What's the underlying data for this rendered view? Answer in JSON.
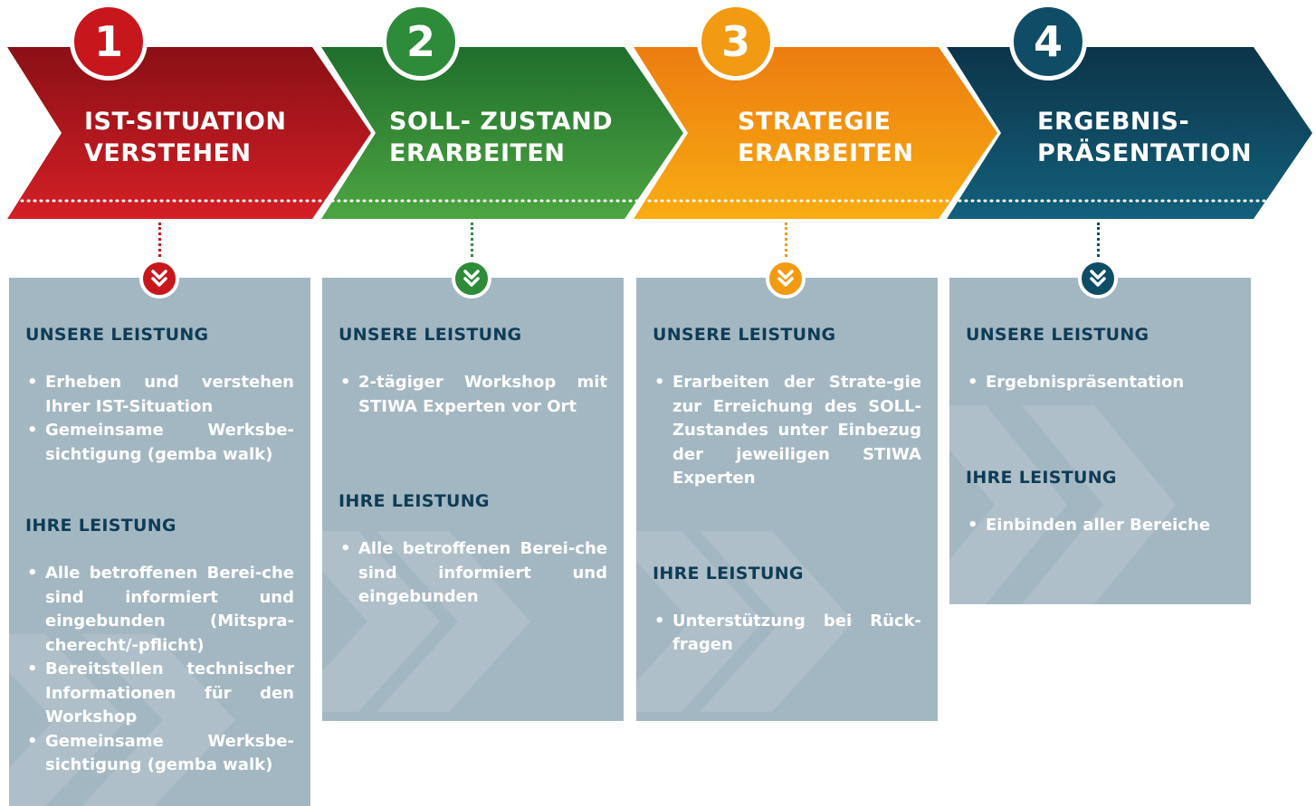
{
  "colors": {
    "step1": "#c8161d",
    "step2": "#2e8b3a",
    "step3": "#f29a12",
    "step4": "#0f4d66",
    "panel_bg": "#a3b7c3",
    "heading": "#0f3c55"
  },
  "steps": [
    {
      "number": "1",
      "title": "IST-SITUATION\nVERSTEHEN",
      "our_heading": "UNSERE LEISTUNG",
      "our_items": [
        "Erheben und verstehen Ihrer IST-Situation",
        "Gemeinsame Werksbe-sichtigung (gemba walk)"
      ],
      "your_heading": "IHRE LEISTUNG",
      "your_items": [
        "Alle betroffenen Berei-che sind informiert und eingebunden (Mitspra-cherecht/-pflicht)",
        "Bereitstellen technischer Informationen für den Workshop",
        "Gemeinsame Werksbe-sichtigung (gemba walk)"
      ],
      "icon": "double-chevron-down-icon"
    },
    {
      "number": "2",
      "title": "SOLL- ZUSTAND\nERARBEITEN",
      "our_heading": "UNSERE LEISTUNG",
      "our_items": [
        "2-tägiger Workshop mit STIWA Experten vor Ort"
      ],
      "your_heading": "IHRE LEISTUNG",
      "your_items": [
        "Alle betroffenen Berei-che sind informiert und eingebunden"
      ],
      "icon": "double-chevron-down-icon"
    },
    {
      "number": "3",
      "title": "STRATEGIE\nERARBEITEN",
      "our_heading": "UNSERE LEISTUNG",
      "our_items": [
        "Erarbeiten der Strate-gie zur Erreichung des SOLL-Zustandes unter Einbezug der jeweiligen STIWA Experten"
      ],
      "your_heading": "IHRE LEISTUNG",
      "your_items": [
        "Unterstützung bei Rück-fragen"
      ],
      "icon": "double-chevron-down-icon"
    },
    {
      "number": "4",
      "title": "ERGEBNIS-\nPRÄSENTATION",
      "our_heading": "UNSERE LEISTUNG",
      "our_items": [
        "Ergebnispräsentation"
      ],
      "your_heading": "IHRE LEISTUNG",
      "your_items": [
        "Einbinden aller Bereiche"
      ],
      "icon": "double-chevron-down-icon"
    }
  ]
}
